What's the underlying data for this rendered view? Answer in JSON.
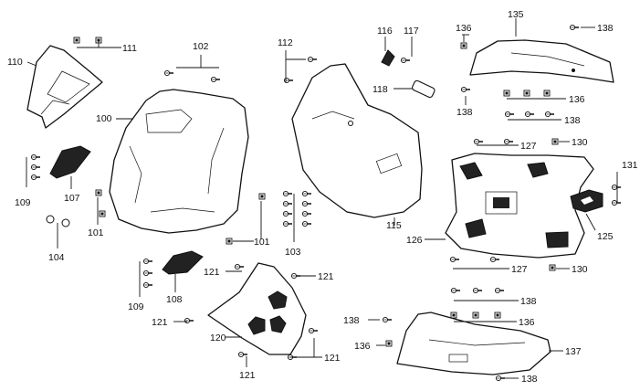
{
  "diagram": {
    "type": "exploded-parts-diagram",
    "callouts": [
      "100",
      "101",
      "102",
      "103",
      "104",
      "107",
      "108",
      "109",
      "110",
      "111",
      "112",
      "115",
      "116",
      "117",
      "118",
      "120",
      "121",
      "125",
      "126",
      "127",
      "130",
      "131",
      "135",
      "136",
      "137",
      "138"
    ]
  }
}
